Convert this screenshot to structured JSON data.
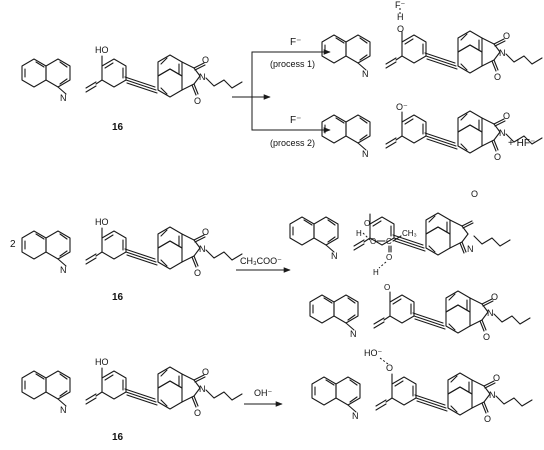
{
  "compound_label": "16",
  "atoms": {
    "n": "N",
    "o": "O",
    "ho": "HO",
    "h": "H"
  },
  "stoich": "2",
  "rows": [
    {
      "reagent_top": "F⁻",
      "reagent_bottom": "(process 1)",
      "adduct": "F⁻"
    },
    {
      "reagent_top": "F⁻",
      "reagent_bottom": "(process 2)",
      "anion": "O⁻",
      "byproduct": "+ HF⁻"
    },
    {
      "reagent": "CH₃COO⁻",
      "acetate_c": "C",
      "acetate_me": "CH₃"
    },
    {
      "reagent": "OH⁻",
      "adduct": "HO⁻"
    }
  ]
}
